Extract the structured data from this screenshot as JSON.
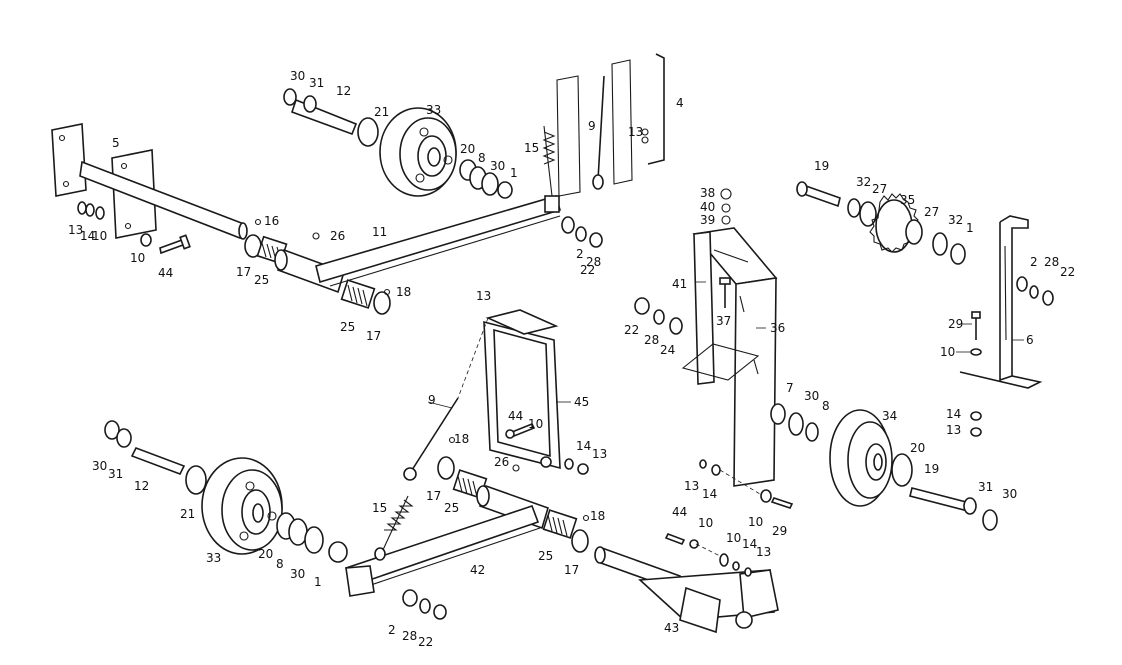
{
  "diagram": {
    "callouts": [
      {
        "id": "c30a",
        "text": "30"
      },
      {
        "id": "c31a",
        "text": "31"
      },
      {
        "id": "c12a",
        "text": "12"
      },
      {
        "id": "c21a",
        "text": "21"
      },
      {
        "id": "c33a",
        "text": "33"
      },
      {
        "id": "c20a",
        "text": "20"
      },
      {
        "id": "c8a",
        "text": "8"
      },
      {
        "id": "c30b",
        "text": "30"
      },
      {
        "id": "c1a",
        "text": "1"
      },
      {
        "id": "c5",
        "text": "5"
      },
      {
        "id": "c13a",
        "text": "13"
      },
      {
        "id": "c14a",
        "text": "14"
      },
      {
        "id": "c10a",
        "text": "10"
      },
      {
        "id": "c10b",
        "text": "10"
      },
      {
        "id": "c44a",
        "text": "44"
      },
      {
        "id": "c16",
        "text": "16"
      },
      {
        "id": "c17a",
        "text": "17"
      },
      {
        "id": "c25a",
        "text": "25"
      },
      {
        "id": "c26a",
        "text": "26"
      },
      {
        "id": "c11",
        "text": "11"
      },
      {
        "id": "c18a",
        "text": "18"
      },
      {
        "id": "c25b",
        "text": "25"
      },
      {
        "id": "c17b",
        "text": "17"
      },
      {
        "id": "c15a",
        "text": "15"
      },
      {
        "id": "c9a",
        "text": "9"
      },
      {
        "id": "c13b",
        "text": "13"
      },
      {
        "id": "c4",
        "text": "4"
      },
      {
        "id": "c2a",
        "text": "2"
      },
      {
        "id": "c28a",
        "text": "28"
      },
      {
        "id": "c22a",
        "text": "22"
      },
      {
        "id": "c38",
        "text": "38"
      },
      {
        "id": "c40",
        "text": "40"
      },
      {
        "id": "c39",
        "text": "39"
      },
      {
        "id": "c41",
        "text": "41"
      },
      {
        "id": "c37",
        "text": "37"
      },
      {
        "id": "c36",
        "text": "36"
      },
      {
        "id": "c22b",
        "text": "22"
      },
      {
        "id": "c28b",
        "text": "28"
      },
      {
        "id": "c24",
        "text": "24"
      },
      {
        "id": "c19a",
        "text": "19"
      },
      {
        "id": "c32a",
        "text": "32"
      },
      {
        "id": "c27a",
        "text": "27"
      },
      {
        "id": "c35",
        "text": "35"
      },
      {
        "id": "c27b",
        "text": "27"
      },
      {
        "id": "c32b",
        "text": "32"
      },
      {
        "id": "c1b",
        "text": "1"
      },
      {
        "id": "c2b",
        "text": "2"
      },
      {
        "id": "c28c",
        "text": "28"
      },
      {
        "id": "c22c",
        "text": "22"
      },
      {
        "id": "c29a",
        "text": "29"
      },
      {
        "id": "c10c",
        "text": "10"
      },
      {
        "id": "c6",
        "text": "6"
      },
      {
        "id": "c14b",
        "text": "14"
      },
      {
        "id": "c13c",
        "text": "13"
      },
      {
        "id": "c13d",
        "text": "13"
      },
      {
        "id": "c9b",
        "text": "9"
      },
      {
        "id": "c45",
        "text": "45"
      },
      {
        "id": "c44b",
        "text": "44"
      },
      {
        "id": "c10d",
        "text": "10"
      },
      {
        "id": "c14c",
        "text": "14"
      },
      {
        "id": "c13e",
        "text": "13"
      },
      {
        "id": "c7",
        "text": "7"
      },
      {
        "id": "c30c",
        "text": "30"
      },
      {
        "id": "c8b",
        "text": "8"
      },
      {
        "id": "c34",
        "text": "34"
      },
      {
        "id": "c20b",
        "text": "20"
      },
      {
        "id": "c19b",
        "text": "19"
      },
      {
        "id": "c31b",
        "text": "31"
      },
      {
        "id": "c30d",
        "text": "30"
      },
      {
        "id": "c29b",
        "text": "29"
      },
      {
        "id": "c10e",
        "text": "10"
      },
      {
        "id": "c13f",
        "text": "13"
      },
      {
        "id": "c14d",
        "text": "14"
      },
      {
        "id": "c30e",
        "text": "30"
      },
      {
        "id": "c31c",
        "text": "31"
      },
      {
        "id": "c12b",
        "text": "12"
      },
      {
        "id": "c21b",
        "text": "21"
      },
      {
        "id": "c33b",
        "text": "33"
      },
      {
        "id": "c20c",
        "text": "20"
      },
      {
        "id": "c8c",
        "text": "8"
      },
      {
        "id": "c30f",
        "text": "30"
      },
      {
        "id": "c1c",
        "text": "1"
      },
      {
        "id": "c18b",
        "text": "18"
      },
      {
        "id": "c17c",
        "text": "17"
      },
      {
        "id": "c25c",
        "text": "25"
      },
      {
        "id": "c26b",
        "text": "26"
      },
      {
        "id": "c18c",
        "text": "18"
      },
      {
        "id": "c25d",
        "text": "25"
      },
      {
        "id": "c17d",
        "text": "17"
      },
      {
        "id": "c15b",
        "text": "15"
      },
      {
        "id": "c42",
        "text": "42"
      },
      {
        "id": "c2c",
        "text": "2"
      },
      {
        "id": "c28d",
        "text": "28"
      },
      {
        "id": "c22d",
        "text": "22"
      },
      {
        "id": "c44c",
        "text": "44"
      },
      {
        "id": "c10f",
        "text": "10"
      },
      {
        "id": "c10g",
        "text": "10"
      },
      {
        "id": "c14e",
        "text": "14"
      },
      {
        "id": "c13g",
        "text": "13"
      },
      {
        "id": "c43",
        "text": "43"
      }
    ]
  }
}
